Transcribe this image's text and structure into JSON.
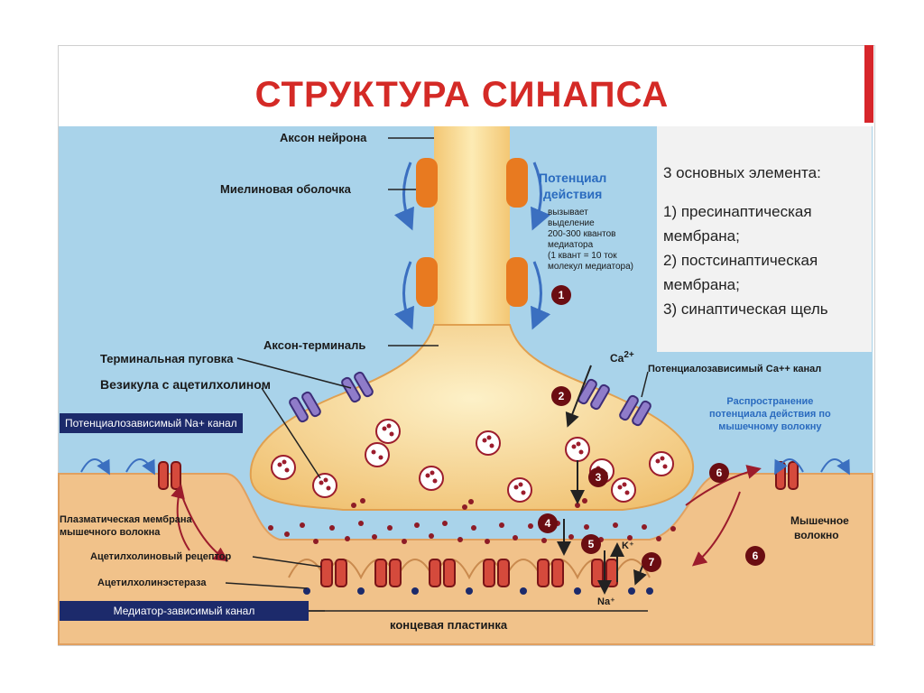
{
  "title": "СТРУКТУРА СИНАПСА",
  "panel": {
    "heading": "3 основных элемента:",
    "lines": [
      "1) пресинаптическая",
      "мембрана;",
      "2) постсинаптическая",
      "мембрана;",
      "3) синаптическая щель"
    ]
  },
  "labels": {
    "axon": "Аксон нейрона",
    "myelin": "Миелиновая оболочка",
    "axon_terminal": "Аксон-терминаль",
    "terminal_button": "Терминальная пуговка",
    "vesicle": "Везикула с ацетилхолином",
    "na_channel": "Потенциалозависимый Na+ канал",
    "ca_channel": "Потенциалозависимый Са++ канал",
    "plasma_membrane_1": "Плазматическая мембрана",
    "plasma_membrane_2": "мышечного волокна",
    "ach_receptor": "Ацетилхолиновый рецептор",
    "ache": "Ацетилхолинэстераза",
    "mediator_channel": "Медиатор-зависимый канал",
    "end_plate": "концевая пластинка",
    "muscle_1": "Мышечное",
    "muscle_2": "волокно",
    "ca_ion": "Ca",
    "ca_charge": "2+",
    "k_ion": "K⁺",
    "na_ion": "Na⁺"
  },
  "action_potential": {
    "title_1": "Потенциал",
    "title_2": "действия",
    "note": [
      "вызывает",
      "выделение",
      "200-300 квантов",
      "медиатора",
      "(1 квант = 10 ток",
      "молекул медиатора)"
    ]
  },
  "propagation": [
    "Распространение",
    "потенциала действия по",
    "мышечному волокну"
  ],
  "steps": [
    "1",
    "2",
    "3",
    "4",
    "5",
    "6",
    "7",
    "6"
  ],
  "colors": {
    "title": "#d42a26",
    "background_fluid": "#a9d3ea",
    "axon_fill": "#f7d98a",
    "muscle_fill": "#f1c28a",
    "myelin": "#e87a20",
    "vesicle_dot": "#8e1b26",
    "navy_box": "#1c2a6b",
    "step_circle": "#6b0d12",
    "note_blue": "#2a6bbf"
  }
}
